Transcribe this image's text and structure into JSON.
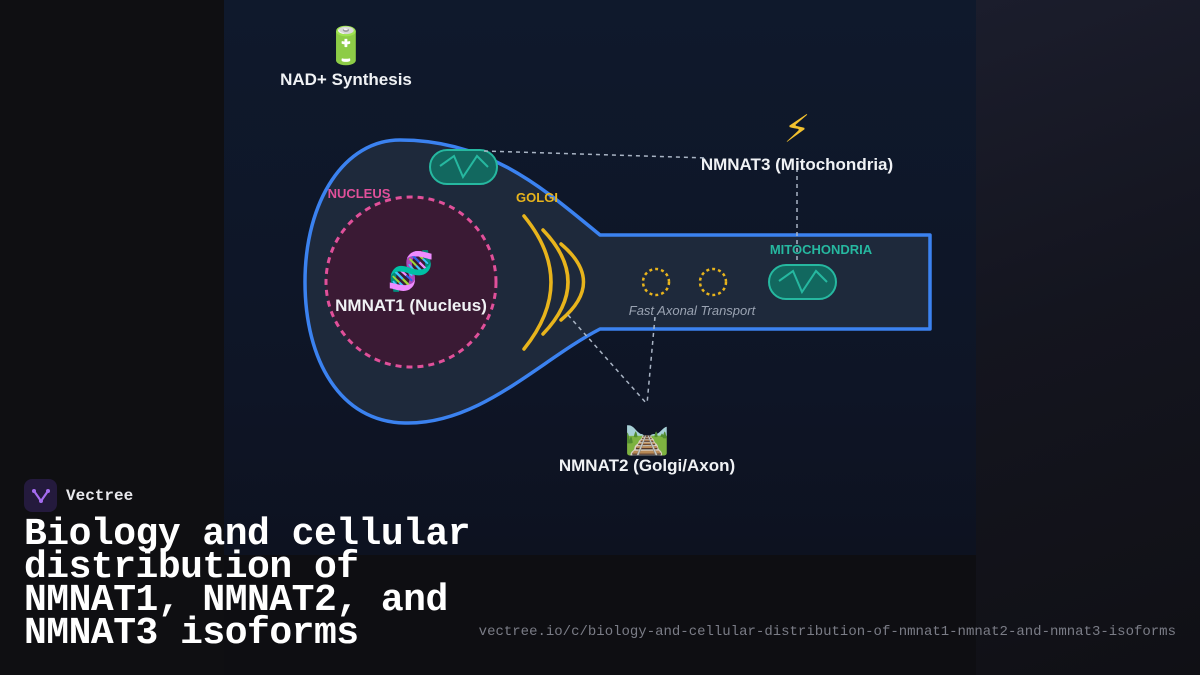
{
  "brand": {
    "name": "Vectree",
    "logo_icon": "vectree-logo-icon"
  },
  "title": "Biology and cellular distribution of NMNAT1, NMNAT2, and NMNAT3 isoforms",
  "url": "vectree.io/c/biology-and-cellular-distribution-of-nmnat1-nmnat2-and-nmnat3-isoforms",
  "diagram": {
    "nad_synthesis": {
      "label": "NAD+ Synthesis",
      "icon": "battery-icon",
      "glyph": "🔋"
    },
    "nucleus": {
      "label": "NUCLEUS",
      "color": "#e0509a"
    },
    "nmnat1": {
      "label": "NMNAT1 (Nucleus)",
      "icon": "dna-icon",
      "glyph": "🧬"
    },
    "golgi": {
      "label": "GOLGI",
      "color": "#e8b41c"
    },
    "mitochondria": {
      "label": "MITOCHONDRIA",
      "color": "#26b8a0"
    },
    "axonal_transport": {
      "label": "Fast Axonal Transport"
    },
    "nmnat2": {
      "label": "NMNAT2 (Golgi/Axon)",
      "icon": "railway-track-icon",
      "glyph": "🛤️"
    },
    "nmnat3": {
      "label": "NMNAT3 (Mitochondria)",
      "icon": "lightning-icon",
      "glyph": "⚡"
    },
    "membrane_color": "#3b82f0"
  }
}
